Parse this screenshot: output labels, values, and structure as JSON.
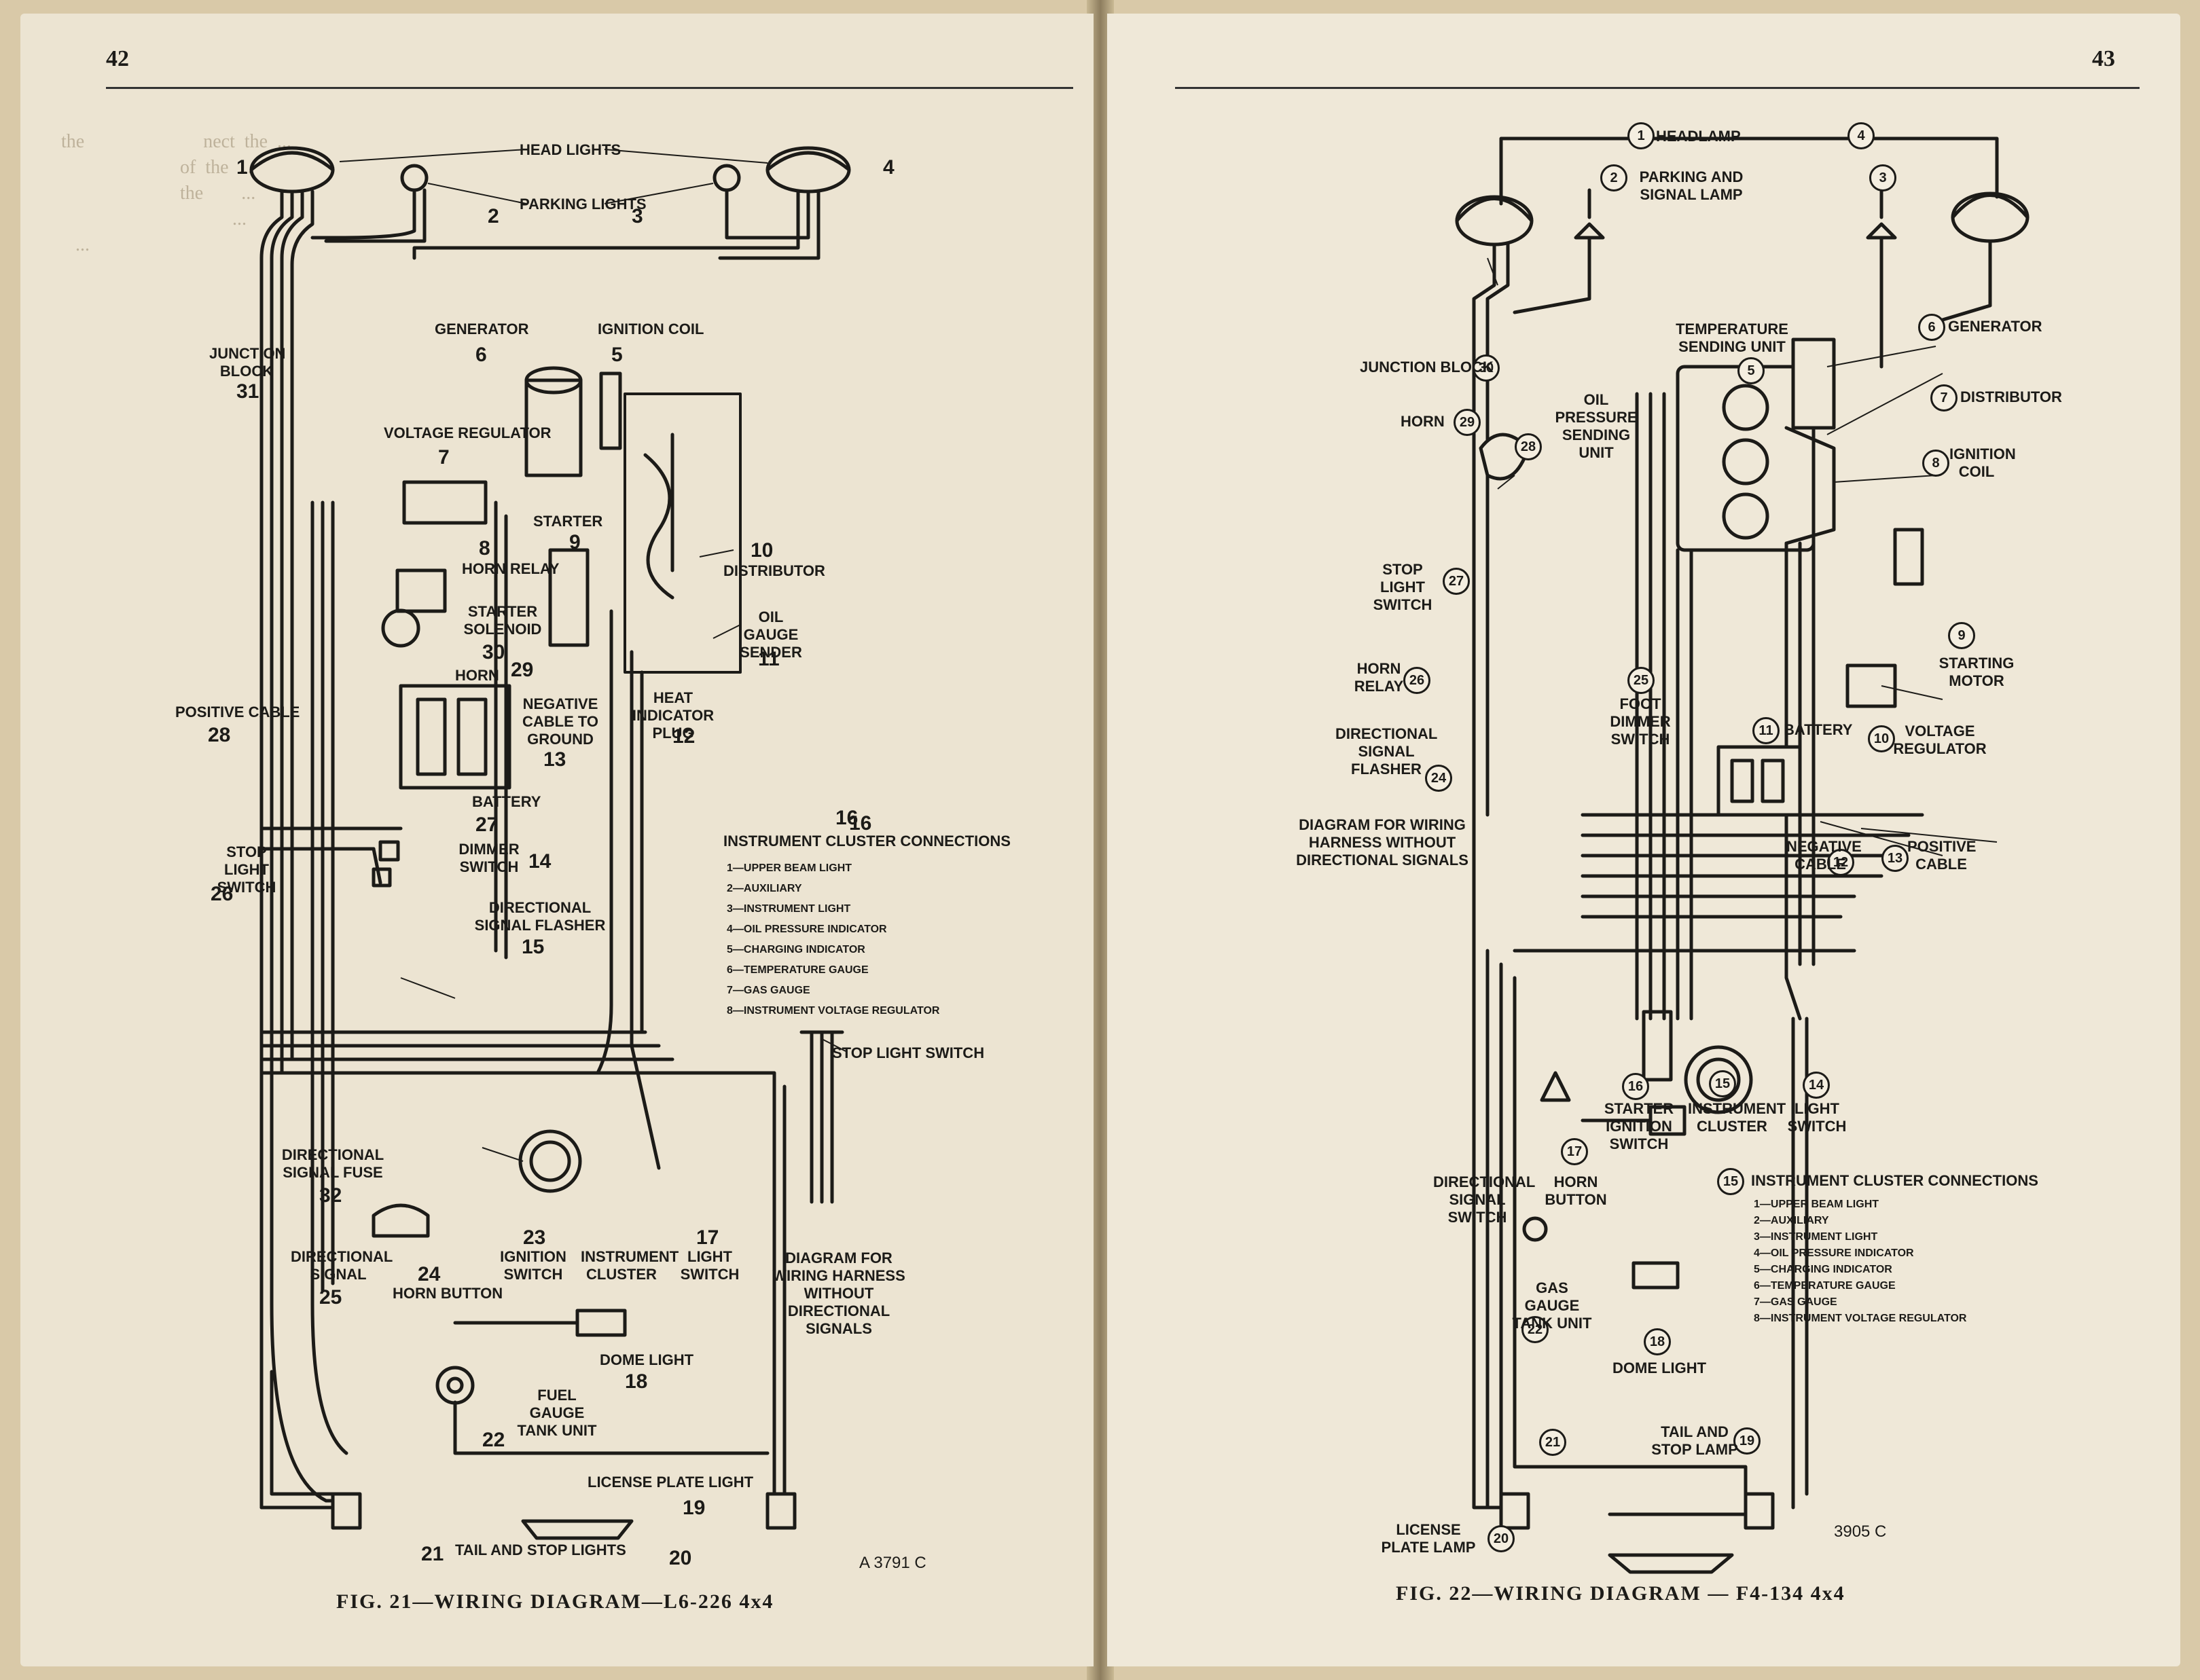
{
  "left_page": {
    "page_number": "42",
    "figure_caption": "FIG. 21—WIRING DIAGRAM—L6-226 4x4",
    "figure_code": "A 3791 C",
    "labels": {
      "head_lights": "HEAD LIGHTS",
      "parking_lights": "PARKING LIGHTS",
      "junction_block": "JUNCTION BLOCK",
      "generator": "GENERATOR",
      "ignition_coil": "IGNITION COIL",
      "voltage_regulator": "VOLTAGE REGULATOR",
      "starter": "STARTER",
      "horn_relay": "HORN RELAY",
      "distributor": "DISTRIBUTOR",
      "starter_solenoid": "STARTER SOLENOID",
      "oil_gauge_sender": "OIL GAUGE SENDER",
      "horn": "HORN",
      "positive_cable": "POSITIVE CABLE",
      "negative_cable": "NEGATIVE CABLE TO GROUND",
      "heat_indicator_plug": "HEAT INDICATOR PLUG",
      "battery": "BATTERY",
      "stop_light_switch": "STOP LIGHT SWITCH",
      "dimmer_switch": "DIMMER SWITCH",
      "directional_signal_flasher": "DIRECTIONAL SIGNAL FLASHER",
      "stop_light_switch_2": "STOP LIGHT SWITCH",
      "directional_signal_fuse": "DIRECTIONAL SIGNAL FUSE",
      "directional_signal": "DIRECTIONAL SIGNAL",
      "horn_button": "HORN BUTTON",
      "ignition_switch": "IGNITION SWITCH",
      "instrument_cluster": "INSTRUMENT CLUSTER",
      "light_switch": "LIGHT SWITCH",
      "diagram_note": "DIAGRAM FOR WIRING HARNESS WITHOUT DIRECTIONAL SIGNALS",
      "dome_light": "DOME LIGHT",
      "fuel_gauge_tank_unit": "FUEL GAUGE TANK UNIT",
      "license_plate_light": "LICENSE PLATE LIGHT",
      "tail_and_stop_lights": "TAIL AND STOP LIGHTS"
    },
    "numbers": [
      "1",
      "2",
      "3",
      "4",
      "6",
      "5",
      "7",
      "9",
      "8",
      "10",
      "30",
      "29",
      "11",
      "28",
      "13",
      "12",
      "27",
      "26",
      "14",
      "15",
      "16",
      "32",
      "23",
      "17",
      "25",
      "24",
      "18",
      "22",
      "19",
      "21",
      "20",
      "31"
    ],
    "legend_title": "INSTRUMENT CLUSTER CONNECTIONS",
    "legend_number": "16",
    "legend": [
      "1—UPPER BEAM LIGHT",
      "2—AUXILIARY",
      "3—INSTRUMENT LIGHT",
      "4—OIL PRESSURE INDICATOR",
      "5—CHARGING INDICATOR",
      "6—TEMPERATURE GAUGE",
      "7—GAS GAUGE",
      "8—INSTRUMENT VOLTAGE REGULATOR"
    ]
  },
  "right_page": {
    "page_number": "43",
    "figure_caption": "FIG. 22—WIRING DIAGRAM — F4-134 4x4",
    "figure_code": "3905 C",
    "labels": {
      "headlamp": "HEADLAMP",
      "parking_signal_lamp": "PARKING AND SIGNAL LAMP",
      "generator": "GENERATOR",
      "temperature_sending_unit": "TEMPERATURE SENDING UNIT",
      "junction_block": "JUNCTION BLOCK",
      "distributor": "DISTRIBUTOR",
      "oil_pressure_sending_unit": "OIL PRESSURE SENDING UNIT",
      "horn": "HORN",
      "ignition_coil": "IGNITION COIL",
      "stop_light_switch": "STOP LIGHT SWITCH",
      "starting_motor": "STARTING MOTOR",
      "horn_relay": "HORN RELAY",
      "foot_dimmer_switch": "FOOT DIMMER SWITCH",
      "battery": "BATTERY",
      "voltage_regulator": "VOLTAGE REGULATOR",
      "directional_signal_flasher": "DIRECTIONAL SIGNAL FLASHER",
      "diagram_note": "DIAGRAM FOR WIRING HARNESS WITHOUT DIRECTIONAL SIGNALS",
      "negative_cable": "NEGATIVE CABLE",
      "positive_cable": "POSITIVE CABLE",
      "starter_ignition_switch": "STARTER IGNITION SWITCH",
      "instrument_cluster": "INSTRUMENT CLUSTER",
      "light_switch": "LIGHT SWITCH",
      "directional_signal_switch": "DIRECTIONAL SIGNAL SWITCH",
      "horn_button": "HORN BUTTON",
      "gas_gauge_tank_unit": "GAS GAUGE TANK UNIT",
      "dome_light": "DOME LIGHT",
      "tail_and_stop_lamp": "TAIL AND STOP LAMP",
      "license_plate_lamp": "LICENSE PLATE LAMP"
    },
    "circled": [
      "1",
      "4",
      "2",
      "3",
      "6",
      "30",
      "5",
      "7",
      "29",
      "28",
      "8",
      "27",
      "9",
      "26",
      "25",
      "11",
      "10",
      "24",
      "12",
      "13",
      "16",
      "15",
      "14",
      "17",
      "22",
      "18",
      "21",
      "19",
      "20"
    ],
    "legend_title": "INSTRUMENT CLUSTER CONNECTIONS",
    "legend_number": "15",
    "legend": [
      "1—UPPER BEAM LIGHT",
      "2—AUXILIARY",
      "3—INSTRUMENT LIGHT",
      "4—OIL PRESSURE INDICATOR",
      "5—CHARGING INDICATOR",
      "6—TEMPERATURE GAUGE",
      "7—GAS GAUGE",
      "8—INSTRUMENT VOLTAGE REGULATOR"
    ]
  }
}
